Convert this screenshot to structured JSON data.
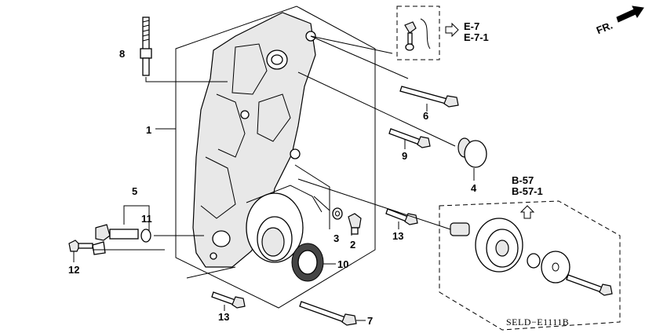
{
  "diagram": {
    "callouts": {
      "c1": "1",
      "c2": "2",
      "c3": "3",
      "c4": "4",
      "c5": "5",
      "c6": "6",
      "c7": "7",
      "c8": "8",
      "c9": "9",
      "c10": "10",
      "c11": "11",
      "c12": "12",
      "c13a": "13",
      "c13b": "13"
    },
    "refs": {
      "e7": "E-7",
      "e71": "E-7-1",
      "b57": "B-57",
      "b571": "B-57-1"
    },
    "direction_label": "FR.",
    "drawing_code": "SELD−E1111B"
  }
}
